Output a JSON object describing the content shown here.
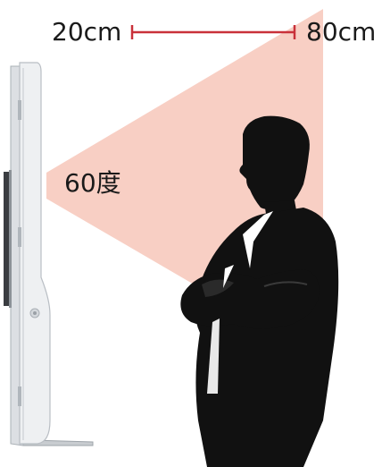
{
  "labels": {
    "near_distance": "20cm",
    "far_distance": "80cm",
    "view_angle": "60度"
  },
  "colors": {
    "cone": "#f8cfc4",
    "range_bar": "#c9313a",
    "text": "#1a1a1a",
    "kiosk_fill": "#eef0f2",
    "kiosk_edge": "#b9bec4",
    "silhouette": "#111111"
  }
}
